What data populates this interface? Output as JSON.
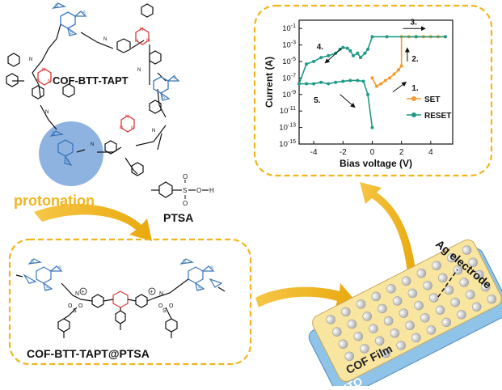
{
  "cof_label": "COF-BTT-TAPT",
  "step_label": "protonation",
  "reagent_label": "PTSA",
  "product_label": "COF-BTT-TAPT@PTSA",
  "device": {
    "electrode_label": "Ag electrode",
    "film_label": "COF Film",
    "substrate_label": "ITO"
  },
  "colors": {
    "accent_gold": "#f2b51c",
    "set": "#f39a2b",
    "reset": "#1f9a86",
    "btt_blue": "#3b77b8",
    "triazine_red": "#d8383a",
    "film_yellow": "#f8e6a0",
    "ito_blue": "#8fc3e8"
  },
  "chart_data": {
    "type": "line",
    "xlabel": "Bias voltage (V)",
    "ylabel": "Current (A)",
    "xlim": [
      -5,
      5.5
    ],
    "ylim_log10": [
      -15,
      0
    ],
    "y_scale": "log",
    "xticks": [
      "-4",
      "-2",
      "0",
      "2",
      "4"
    ],
    "yticks": [
      "10-1",
      "10-3",
      "10-5",
      "10-7",
      "10-9",
      "10-11",
      "10-13",
      "10-15"
    ],
    "legend_position": "right",
    "series": [
      {
        "name": "SET",
        "x": [
          0,
          0.3,
          0.6,
          0.9,
          1.2,
          1.5,
          1.8,
          2.0,
          2.0,
          2.5,
          3.0,
          3.5,
          4.0,
          4.5,
          5.0
        ],
        "y": [
          "1e-7",
          "1e-8",
          "2e-8",
          "5e-8",
          "1e-7",
          "3e-7",
          "1e-6",
          "3e-6",
          "1e-2",
          "1e-2",
          "1e-2",
          "1e-2",
          "1e-2",
          "1e-2",
          "1e-2"
        ]
      },
      {
        "name": "RESET",
        "x": [
          5.0,
          3.0,
          1.0,
          0,
          -0.3,
          -0.5,
          -0.8,
          -1.0,
          -1.3,
          -1.5,
          -1.7,
          -2.0,
          -2.2,
          -2.5,
          -3.0,
          -3.5,
          -4.0,
          -4.5,
          -5.0,
          -4.5,
          -4.0,
          -3.5,
          -3.0,
          -2.5,
          -2.0,
          -1.5,
          -1.0,
          -0.6,
          -0.3,
          0
        ],
        "y": [
          "1e-2",
          "1e-2",
          "1e-2",
          "1e-2",
          "3e-4",
          "1e-4",
          "3e-5",
          "1e-4",
          "5e-5",
          "2e-4",
          "4e-4",
          "5e-4",
          "3e-4",
          "1e-4",
          "5e-5",
          "3e-5",
          "1e-5",
          "5e-6",
          "2e-8",
          "2e-8",
          "2e-8",
          "3e-8",
          "2e-8",
          "3e-8",
          "4e-8",
          "5e-8",
          "5e-8",
          "4e-8",
          "1e-9",
          "1e-13"
        ]
      }
    ],
    "annotations": [
      "1.",
      "2.",
      "3.",
      "4.",
      "5."
    ]
  }
}
